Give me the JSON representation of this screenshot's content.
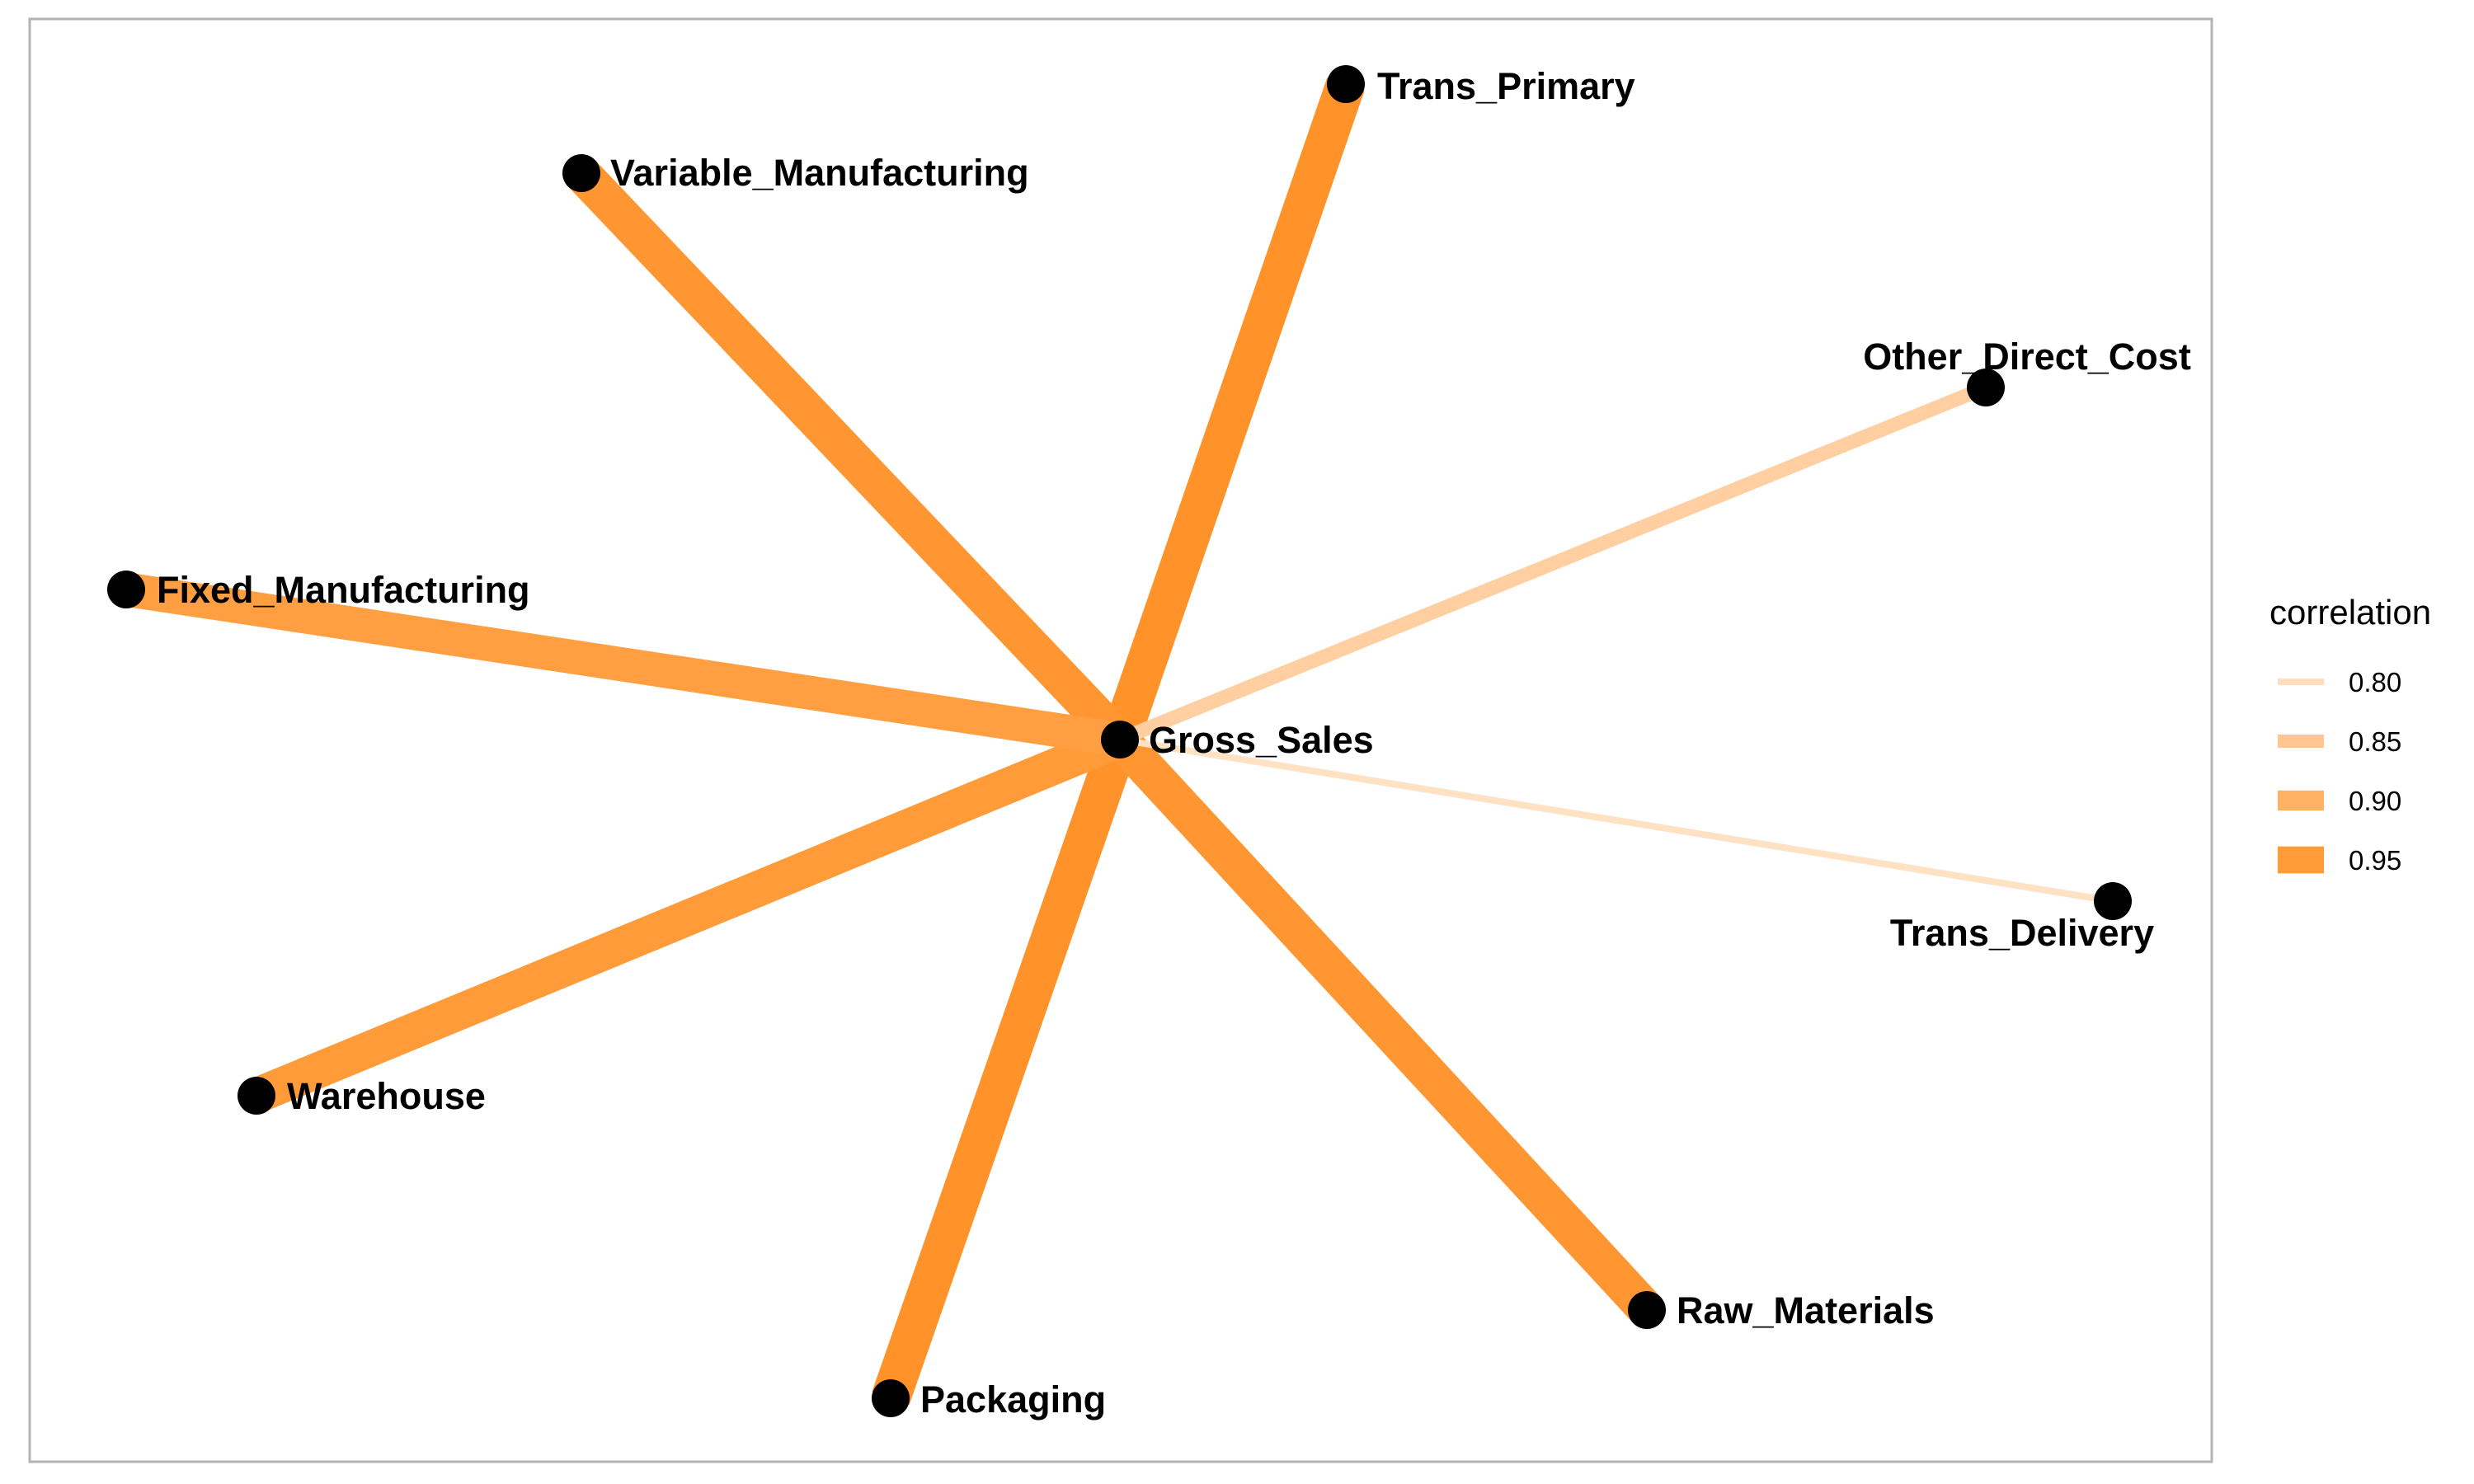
{
  "graph": {
    "center_node": "Gross_Sales",
    "nodes": [
      {
        "id": "Gross_Sales",
        "label": "Gross_Sales"
      },
      {
        "id": "Trans_Primary",
        "label": "Trans_Primary"
      },
      {
        "id": "Variable_Manufacturing",
        "label": "Variable_Manufacturing"
      },
      {
        "id": "Other_Direct_Cost",
        "label": "Other_Direct_Cost"
      },
      {
        "id": "Fixed_Manufacturing",
        "label": "Fixed_Manufacturing"
      },
      {
        "id": "Trans_Delivery",
        "label": "Trans_Delivery"
      },
      {
        "id": "Warehouse",
        "label": "Warehouse"
      },
      {
        "id": "Raw_Materials",
        "label": "Raw_Materials"
      },
      {
        "id": "Packaging",
        "label": "Packaging"
      }
    ],
    "edges": [
      {
        "source": "Gross_Sales",
        "target": "Trans_Primary",
        "correlation": 0.97
      },
      {
        "source": "Gross_Sales",
        "target": "Packaging",
        "correlation": 0.97
      },
      {
        "source": "Gross_Sales",
        "target": "Variable_Manufacturing",
        "correlation": 0.96
      },
      {
        "source": "Gross_Sales",
        "target": "Raw_Materials",
        "correlation": 0.96
      },
      {
        "source": "Gross_Sales",
        "target": "Warehouse",
        "correlation": 0.95
      },
      {
        "source": "Gross_Sales",
        "target": "Fixed_Manufacturing",
        "correlation": 0.94
      },
      {
        "source": "Gross_Sales",
        "target": "Other_Direct_Cost",
        "correlation": 0.83
      },
      {
        "source": "Gross_Sales",
        "target": "Trans_Delivery",
        "correlation": 0.79
      }
    ],
    "node_color": "#000000",
    "edge_color": "#FF8C1A"
  },
  "legend": {
    "title": "correlation",
    "items": [
      {
        "label": "0.80",
        "value": 0.8
      },
      {
        "label": "0.85",
        "value": 0.85
      },
      {
        "label": "0.90",
        "value": 0.9
      },
      {
        "label": "0.95",
        "value": 0.95
      }
    ]
  }
}
